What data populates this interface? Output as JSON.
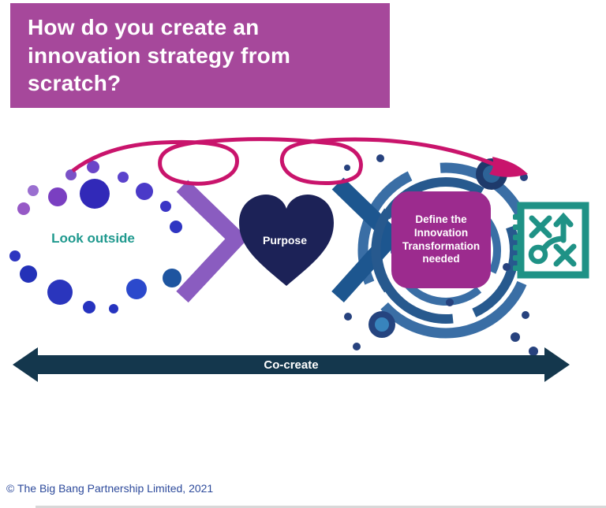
{
  "header": {
    "title": "How do you create an innovation strategy from scratch?"
  },
  "diagram": {
    "stages": [
      {
        "id": "look-outside",
        "label": "Look outside"
      },
      {
        "id": "purpose",
        "label": "Purpose"
      },
      {
        "id": "define-transformation",
        "label": "Define the Innovation Transformation needed"
      }
    ],
    "look_outside_label": "Look outside",
    "purpose_label": "Purpose",
    "define_label": "Define the Innovation Transformation needed",
    "cocreate_label": "Co-create",
    "icons": [
      "dots-ellipse-icon",
      "scribble-loop-arrow-icon",
      "chevron-purple-icon",
      "heart-icon",
      "chevron-blue-icon",
      "concentric-rings-icon",
      "ring-node-icon",
      "strategy-board-icon",
      "double-headed-arrow-icon"
    ],
    "palette": {
      "header_bg": "#a6489b",
      "define_box_bg": "#9c2b8e",
      "loop_pink": "#c9146c",
      "dot_royal_blue": "#3129b8",
      "dot_purple": "#7a3fc1",
      "chevron_purple": "#8a5cc0",
      "chevron_blue": "#1d568f",
      "heart_navy": "#1c2257",
      "ring_blue": "#3a6ea5",
      "ring_dark_blue": "#27598e",
      "node_navy": "#1e3a6b",
      "teal": "#1f9286",
      "look_outside_text": "#1f998e",
      "cocreate_bar": "#14374d",
      "footer_text": "#2d4a9b"
    }
  },
  "footer": {
    "copyright": "© The Big Bang Partnership Limited, 2021"
  }
}
